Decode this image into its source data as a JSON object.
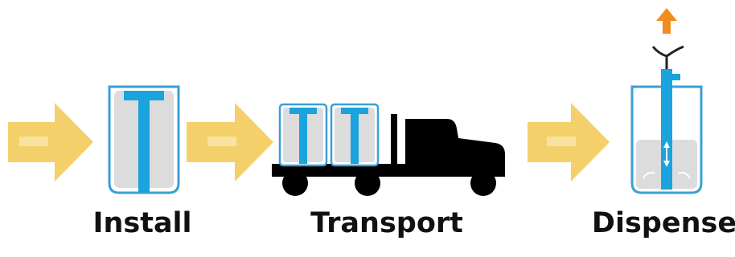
{
  "steps": [
    {
      "label": "Install"
    },
    {
      "label": "Transport"
    },
    {
      "label": "Dispense"
    }
  ],
  "colors": {
    "arrow_fill": "#f4d06b",
    "arrow_text": "#fbe9b5",
    "tube_blue": "#1aa3dc",
    "liner_gray": "#dcdcdc",
    "container_outline": "#3a9fd6",
    "truck_black": "#000000",
    "lift_arrow": "#f28c1e",
    "text": "#111111"
  },
  "icons": [
    "right-arrow-icon",
    "container-icon",
    "truck-icon",
    "pump-handle-icon",
    "up-arrow-icon"
  ]
}
